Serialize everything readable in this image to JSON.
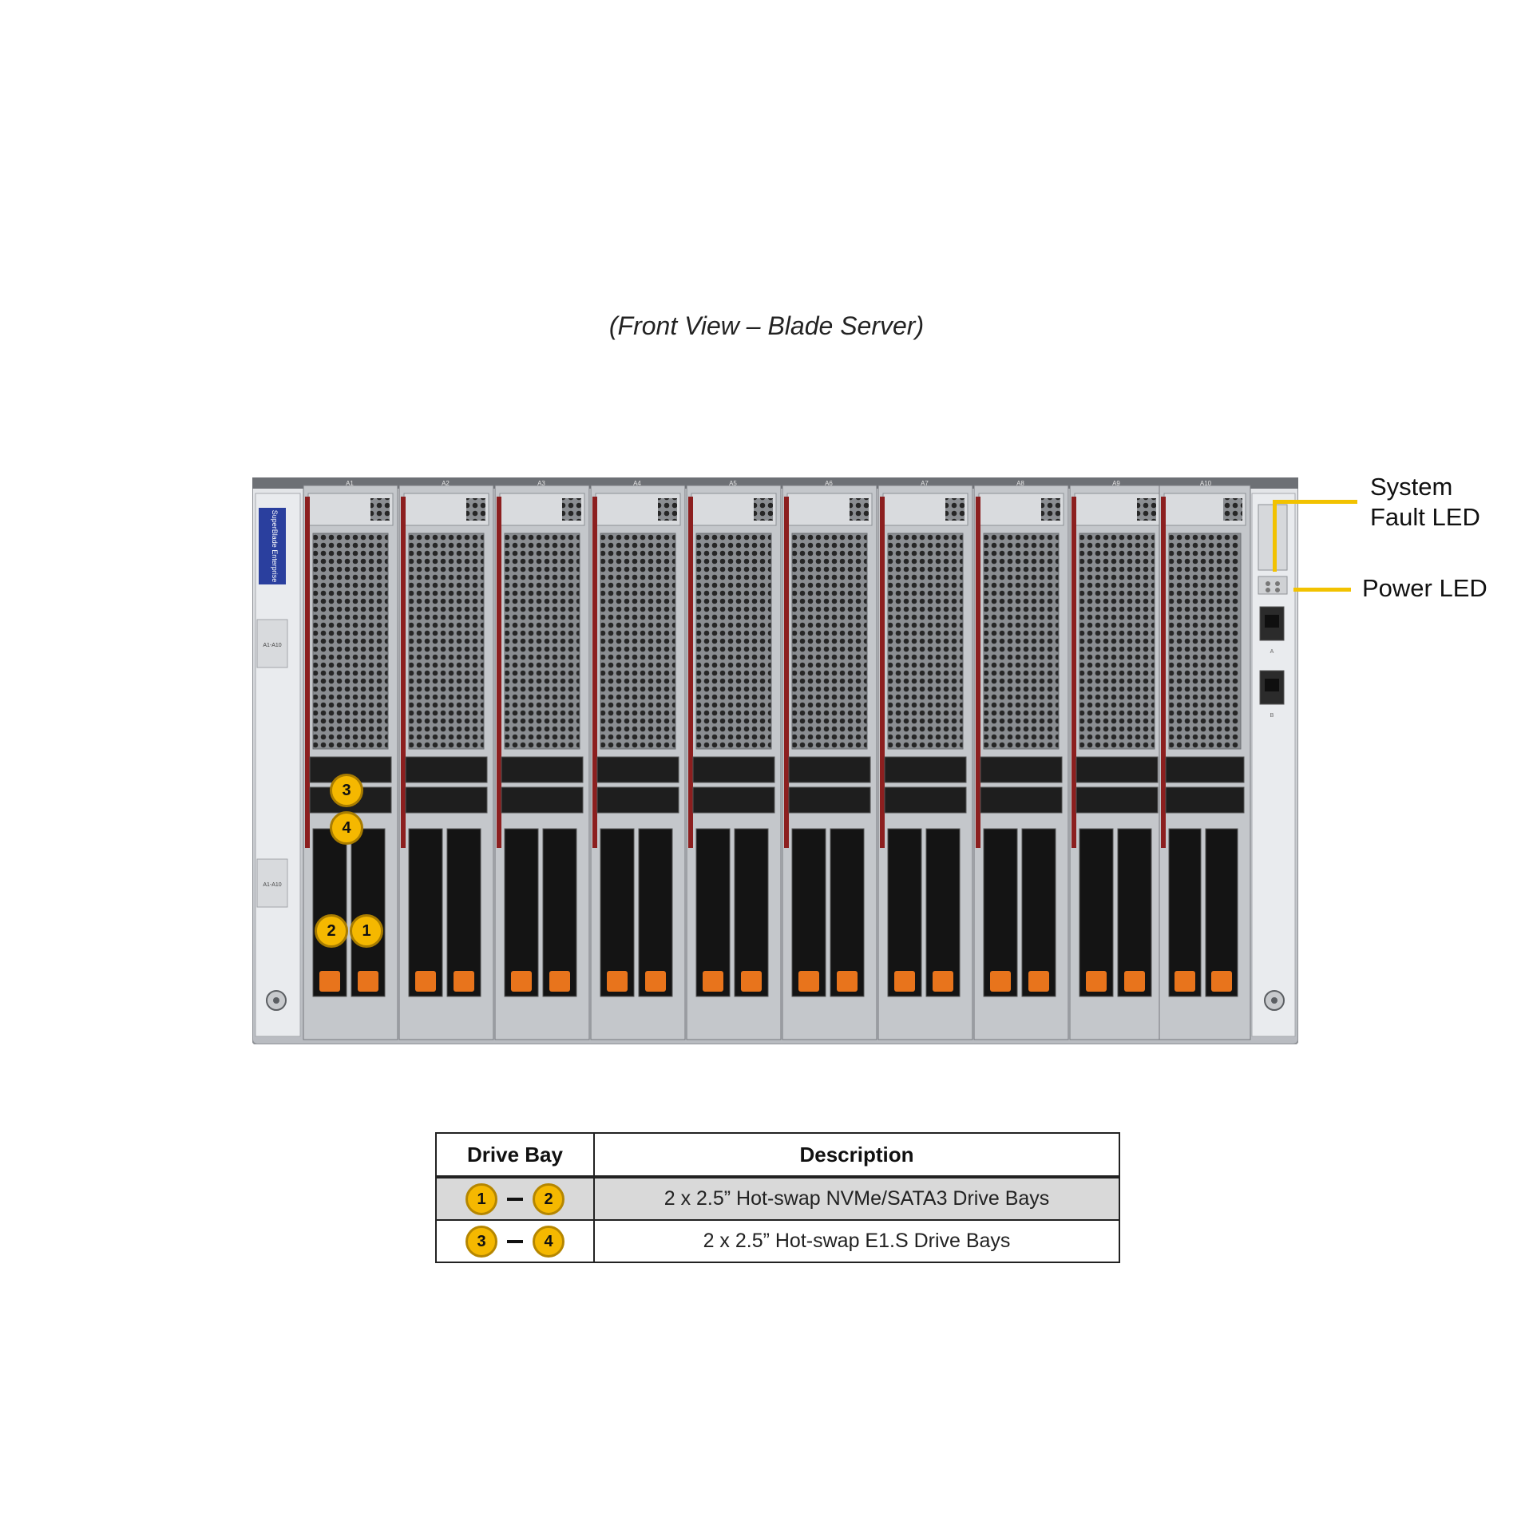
{
  "caption": "(Front View – Blade Server)",
  "chassis": {
    "brand_label": "SuperBlade Enterprise",
    "blade_count": 10,
    "blade_labels": [
      "A1",
      "A2",
      "A3",
      "A4",
      "A5",
      "A6",
      "A7",
      "A8",
      "A9",
      "A10"
    ],
    "side_tags": [
      "A1-A10",
      "A1-A10"
    ],
    "port_labels": [
      "A",
      "B"
    ]
  },
  "led_labels": {
    "fault_line1": "System",
    "fault_line2": "Fault LED",
    "power": "Power LED"
  },
  "markers": {
    "m1": "1",
    "m2": "2",
    "m3": "3",
    "m4": "4"
  },
  "table": {
    "headers": [
      "Drive Bay",
      "Description"
    ],
    "rows": [
      {
        "from": "1",
        "to": "2",
        "description": "2 x 2.5” Hot-swap  NVMe/SATA3 Drive  Bays"
      },
      {
        "from": "3",
        "to": "4",
        "description": "2 x 2.5” Hot-swap  E1.S Drive  Bays"
      }
    ]
  },
  "colors": {
    "accent": "#f5b800",
    "chassis": "#cfd2d6",
    "tray": "#1a1a1a",
    "latch": "#e8741c",
    "brand_blue": "#2a3f9e"
  }
}
